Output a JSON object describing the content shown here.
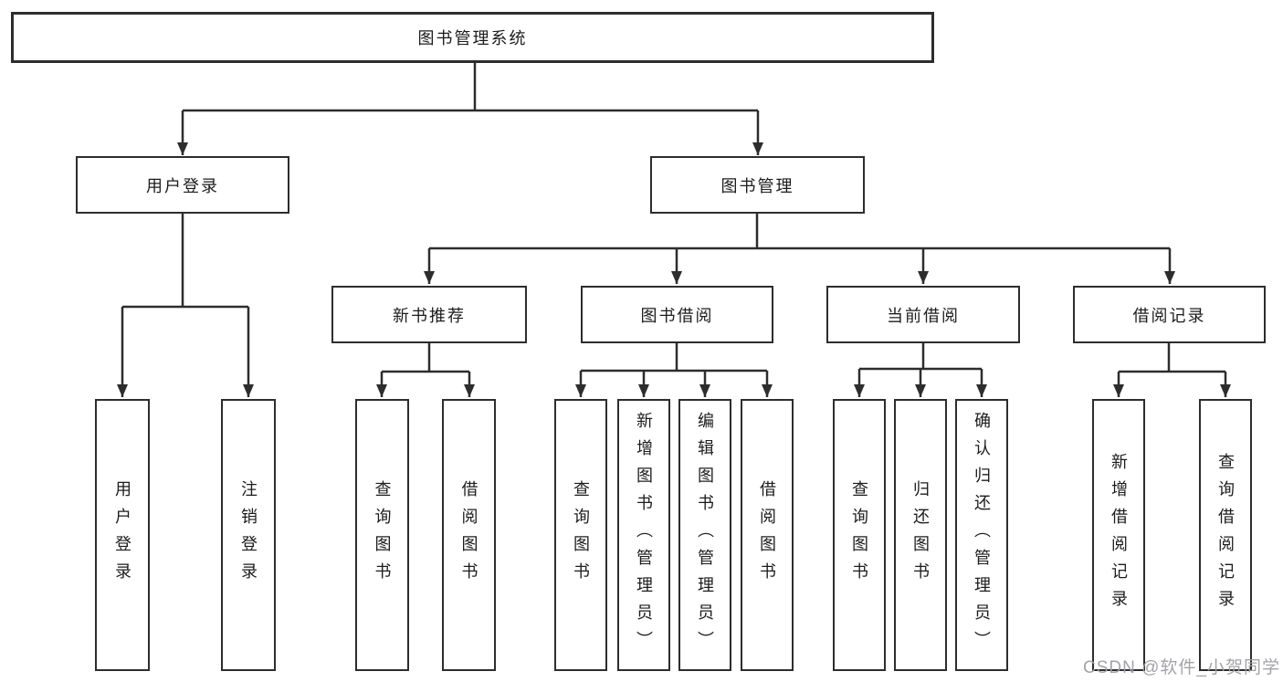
{
  "tree": {
    "root": {
      "label": "图书管理系统"
    },
    "children": [
      {
        "label": "用户登录",
        "children": [
          {
            "label": "用户登录"
          },
          {
            "label": "注销登录"
          }
        ]
      },
      {
        "label": "图书管理",
        "children": [
          {
            "label": "新书推荐",
            "children": [
              {
                "label": "查询图书"
              },
              {
                "label": "借阅图书"
              }
            ]
          },
          {
            "label": "图书借阅",
            "children": [
              {
                "label": "查询图书"
              },
              {
                "label": "新增图书（管理员）"
              },
              {
                "label": "编辑图书（管理员）"
              },
              {
                "label": "借阅图书"
              }
            ]
          },
          {
            "label": "当前借阅",
            "children": [
              {
                "label": "查询图书"
              },
              {
                "label": "归还图书"
              },
              {
                "label": "确认归还（管理员）"
              }
            ]
          },
          {
            "label": "借阅记录",
            "children": [
              {
                "label": "新增借阅记录"
              },
              {
                "label": "查询借阅记录"
              }
            ]
          }
        ]
      }
    ]
  },
  "watermark": {
    "text": "CSDN @软件_小贺同学"
  },
  "colors": {
    "line": "#2d2d2d",
    "box_border": "#2d2d2d",
    "box_fill": "#ffffff",
    "text": "#1c1c1c",
    "background": "#ffffff",
    "watermark": "#9e9ea3"
  }
}
